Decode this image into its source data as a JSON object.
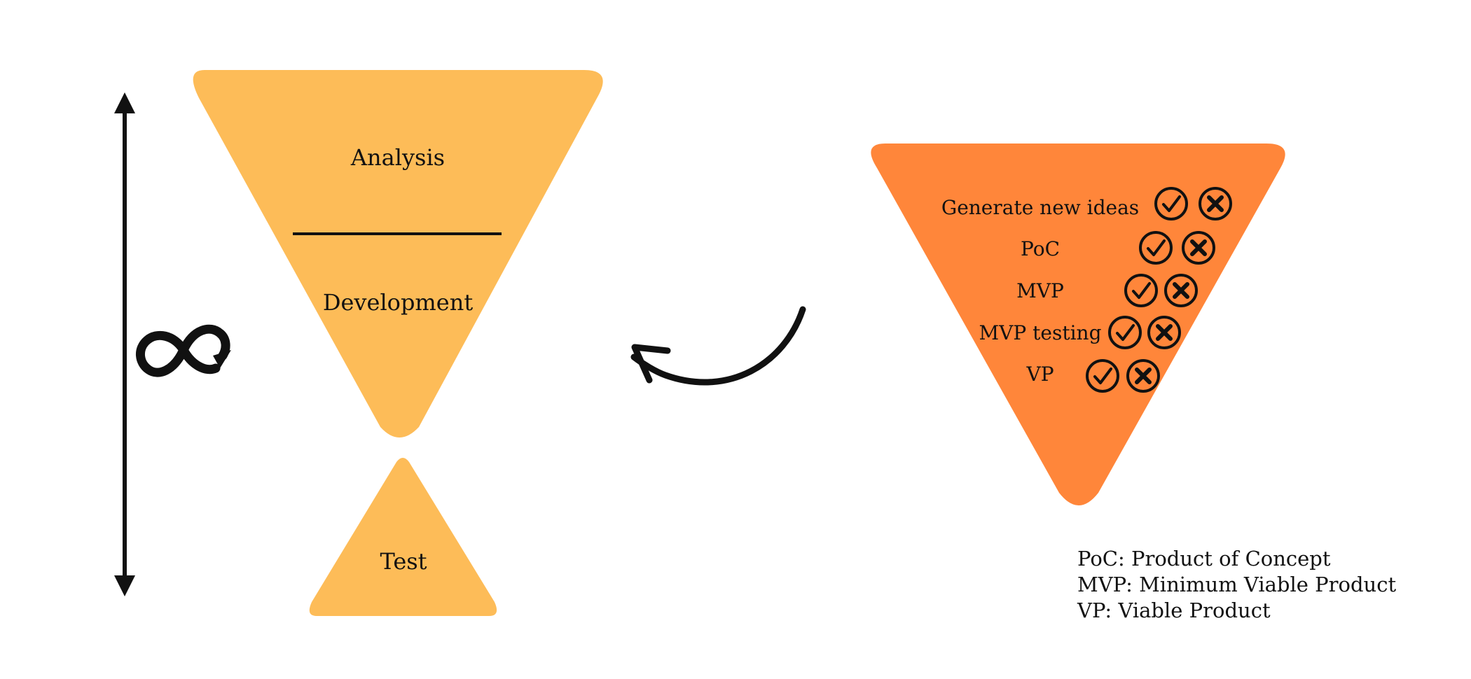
{
  "colors": {
    "left_funnel": "#FDBC58",
    "right_funnel": "#FF863A",
    "ink": "#111111",
    "background": "#FFFFFF"
  },
  "left_funnel": {
    "top_label": "Analysis",
    "middle_label": "Development",
    "bottom_label": "Test"
  },
  "cycle_indicator": {
    "icon": "infinity-loop-icon",
    "axis_icon": "double-headed-vertical-arrow-icon"
  },
  "connector": {
    "icon": "curved-arrow-left-icon"
  },
  "right_funnel": {
    "steps": [
      {
        "label": "Generate new ideas",
        "accept_icon": "check-circle-icon",
        "reject_icon": "x-circle-icon"
      },
      {
        "label": "PoC",
        "accept_icon": "check-circle-icon",
        "reject_icon": "x-circle-icon"
      },
      {
        "label": "MVP",
        "accept_icon": "check-circle-icon",
        "reject_icon": "x-circle-icon"
      },
      {
        "label": "MVP testing",
        "accept_icon": "check-circle-icon",
        "reject_icon": "x-circle-icon"
      },
      {
        "label": "VP",
        "accept_icon": "check-circle-icon",
        "reject_icon": "x-circle-icon"
      }
    ]
  },
  "legend": [
    "PoC: Product of Concept",
    "MVP: Minimum Viable Product",
    "VP: Viable Product"
  ]
}
